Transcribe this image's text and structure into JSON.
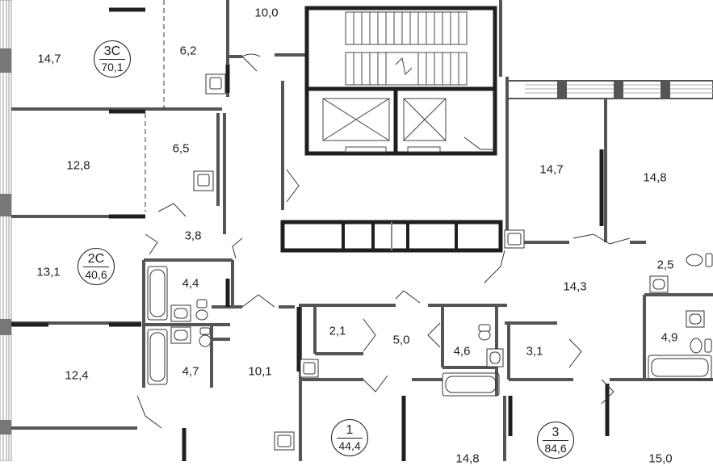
{
  "apartments": [
    {
      "id": "3c",
      "number": "3С",
      "area": "70,1"
    },
    {
      "id": "2c",
      "number": "2С",
      "area": "40,6"
    },
    {
      "id": "1",
      "number": "1",
      "area": "44,4"
    },
    {
      "id": "3",
      "number": "3",
      "area": "84,6"
    }
  ],
  "rooms": [
    {
      "id": "a",
      "area": "14,7"
    },
    {
      "id": "b",
      "area": "6,2"
    },
    {
      "id": "c",
      "area": "10,0"
    },
    {
      "id": "d",
      "area": "12,8"
    },
    {
      "id": "e",
      "area": "6,5"
    },
    {
      "id": "f",
      "area": "3,8"
    },
    {
      "id": "g",
      "area": "13,1"
    },
    {
      "id": "h",
      "area": "4,4"
    },
    {
      "id": "i",
      "area": "12,4"
    },
    {
      "id": "j",
      "area": "4,7"
    },
    {
      "id": "k",
      "area": "10,1"
    },
    {
      "id": "l",
      "area": "2,1"
    },
    {
      "id": "m",
      "area": "5,0"
    },
    {
      "id": "n",
      "area": "4,6"
    },
    {
      "id": "o",
      "area": "3,1"
    },
    {
      "id": "p",
      "area": "14,7"
    },
    {
      "id": "q",
      "area": "14,8"
    },
    {
      "id": "r",
      "area": "14,3"
    },
    {
      "id": "s",
      "area": "2,5"
    },
    {
      "id": "t",
      "area": "4,9"
    },
    {
      "id": "u",
      "area": "14,8"
    },
    {
      "id": "v",
      "area": "15,0"
    }
  ],
  "colors": {
    "wall": "#555555",
    "wall_dark": "#1f1f1f",
    "line": "#444444",
    "window": "#9a9a9a"
  }
}
